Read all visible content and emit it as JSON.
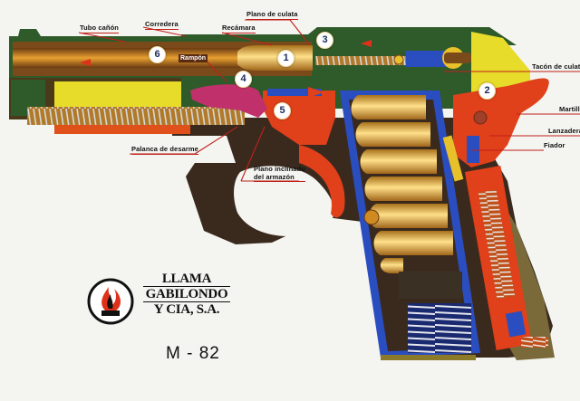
{
  "diagram": {
    "title": "Llama M-82 pistol cutaway",
    "labels": {
      "tubo_canon": "Tubo cañón",
      "corredera": "Corredera",
      "plano_de_culata": "Plano de culata",
      "recamara": "Recámara",
      "rampon": "Rampón",
      "tacon_de_culata": "Tacón de culata",
      "martillo": "Martillo",
      "lanzadera": "Lanzadera",
      "fiador": "Fiador",
      "palanca_de_desarme": "Palanca de desarme",
      "plano_inclinado_line1": "Plano inclinado",
      "plano_inclinado_line2": "del armazón"
    },
    "numbers": [
      "1",
      "2",
      "3",
      "4",
      "5",
      "6"
    ],
    "colors": {
      "slide_green": "#2f5a2a",
      "barrel_brown": "#7a4a1a",
      "brass": "#d9a12a",
      "frame_dark": "#3a2a1e",
      "red_parts": "#e0401a",
      "blue_parts": "#2a4ec0",
      "yellow_parts": "#e8dc2a",
      "pink_parts": "#c0306a",
      "leader_line": "#c0201a"
    }
  },
  "brand": {
    "line1": "LLAMA",
    "line2": "GABILONDO",
    "line3": "Y CIA, S.A.",
    "model": "M - 82"
  }
}
